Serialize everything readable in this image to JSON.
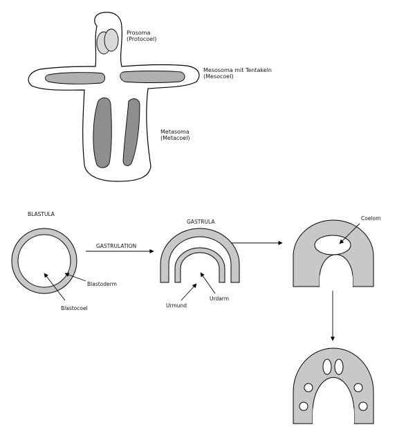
{
  "colors": {
    "background": "#ffffff",
    "stroke": "#000000",
    "light_gray": "#cfcfcf",
    "mid_gray": "#a8a8a8",
    "dark_gray": "#8e8e8e",
    "tissue_gray": "#c8c8c8"
  },
  "top_figure": {
    "prosoma_line1": "Prosoma",
    "prosoma_line2": "(Protocoel)",
    "mesosoma_line1": "Mesosoma mit Tentakeln",
    "mesosoma_line2": "(Mesocoel)",
    "metasoma_line1": "Metasoma",
    "metasoma_line2": "(Metacoel)"
  },
  "bottom_figure": {
    "blastula_label": "BLASTULA",
    "blastoderm_label": "Blastoderm",
    "blastocoel_label": "Blastocoel",
    "gastrulation_label": "GASTRULATION",
    "gastrula_label": "GASTRULA",
    "urmund_label": "Urmund",
    "urdarm_label": "Urdarm",
    "coelom_label": "Coelom"
  }
}
